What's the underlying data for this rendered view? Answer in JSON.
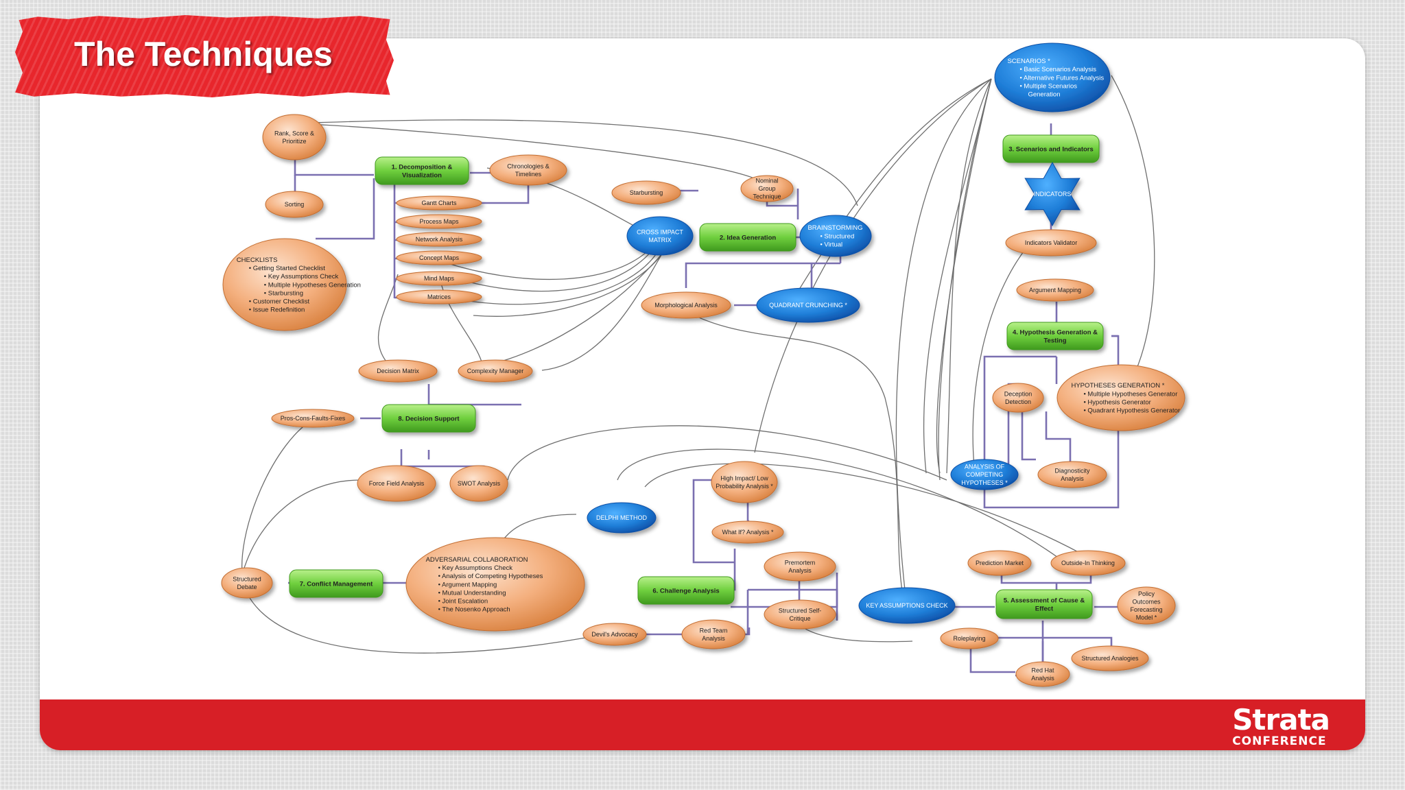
{
  "title": "The Techniques",
  "brand": {
    "name": "Strata",
    "sub": "CONFERENCE"
  },
  "colors": {
    "orange": "#f4b07f",
    "green": "#6fcf3e",
    "blue": "#1f7ed8",
    "footer": "#d71f26",
    "banner": "#e8262c",
    "connector": "#7a6fb0"
  },
  "nodes": {
    "rank": [
      "Rank, Score &",
      "Prioritize"
    ],
    "sorting": [
      "Sorting"
    ],
    "decomp": [
      "1. Decomposition &",
      "Visualization"
    ],
    "chrono": [
      "Chronologies &",
      "Timelines"
    ],
    "gantt": [
      "Gantt Charts"
    ],
    "process": [
      "Process Maps"
    ],
    "network": [
      "Network Analysis"
    ],
    "concept": [
      "Concept Maps"
    ],
    "mind": [
      "Mind Maps"
    ],
    "matrices": [
      "Matrices"
    ],
    "checklists": [
      "CHECKLISTS",
      "Getting Started Checklist",
      "Key Assumptions Check",
      "Multiple Hypotheses Generation",
      "Starbursting",
      "Customer Checklist",
      "Issue Redefinition"
    ],
    "decision_matrix": [
      "Decision Matrix"
    ],
    "complexity": [
      "Complexity Manager"
    ],
    "decision_support": [
      "8. Decision Support"
    ],
    "pros": [
      "Pros-Cons-Faults-Fixes"
    ],
    "force": [
      "Force Field Analysis"
    ],
    "swot": [
      "SWOT Analysis"
    ],
    "starbursting": [
      "Starbursting"
    ],
    "nominal": [
      "Nominal",
      "Group",
      "Technique"
    ],
    "cross": [
      "CROSS IMPACT",
      "MATRIX"
    ],
    "idea": [
      "2. Idea Generation"
    ],
    "brainstorming": [
      "BRAINSTORMING",
      "Structured",
      "Virtual"
    ],
    "morph": [
      "Morphological Analysis"
    ],
    "quadrant": [
      "QUADRANT CRUNCHING *"
    ],
    "scenarios": [
      "SCENARIOS *",
      "Basic Scenarios Analysis",
      "Alternative Futures Analysis",
      "Multiple Scenarios",
      "Generation"
    ],
    "scen_ind": [
      "3. Scenarios and Indicators"
    ],
    "indicators": [
      "INDICATORS"
    ],
    "validator": [
      "Indicators Validator"
    ],
    "argument": [
      "Argument Mapping"
    ],
    "hypo": [
      "4. Hypothesis Generation &",
      "Testing"
    ],
    "deception": [
      "Deception",
      "Detection"
    ],
    "hypo_gen": [
      "HYPOTHESES GENERATION *",
      "Multiple Hypotheses Generator",
      "Hypothesis Generator",
      "Quadrant Hypothesis Generator"
    ],
    "ach": [
      "ANALYSIS OF",
      "COMPETING",
      "HYPOTHESES *"
    ],
    "diagnosticity": [
      "Diagnosticity",
      "Analysis"
    ],
    "high": [
      "High Impact/ Low",
      "Probability Analysis *"
    ],
    "whatif": [
      "What If? Analysis *"
    ],
    "delphi": [
      "DELPHI METHOD"
    ],
    "premortem": [
      "Premortem",
      "Analysis"
    ],
    "challenge": [
      "6. Challenge Analysis"
    ],
    "self": [
      "Structured Self-",
      "Critique"
    ],
    "devils": [
      "Devil's Advocacy"
    ],
    "redteam": [
      "Red Team",
      "Analysis"
    ],
    "adversarial": [
      "ADVERSARIAL COLLABORATION",
      "Key Assumptions Check",
      "Analysis of Competing Hypotheses",
      "Argument Mapping",
      "Mutual Understanding",
      "Joint Escalation",
      "The Nosenko Approach"
    ],
    "debate": [
      "Structured",
      "Debate"
    ],
    "conflict": [
      "7. Conflict Management"
    ],
    "key": [
      "KEY ASSUMPTIONS CHECK"
    ],
    "prediction": [
      "Prediction Market"
    ],
    "outside": [
      "Outside-In Thinking"
    ],
    "cause": [
      "5. Assessment of Cause &",
      "Effect"
    ],
    "policy": [
      "Policy",
      "Outcomes",
      "Forecasting",
      "Model *"
    ],
    "roleplaying": [
      "Roleplaying"
    ],
    "analogies": [
      "Structured Analogies"
    ],
    "redhat": [
      "Red Hat",
      "Analysis"
    ]
  }
}
